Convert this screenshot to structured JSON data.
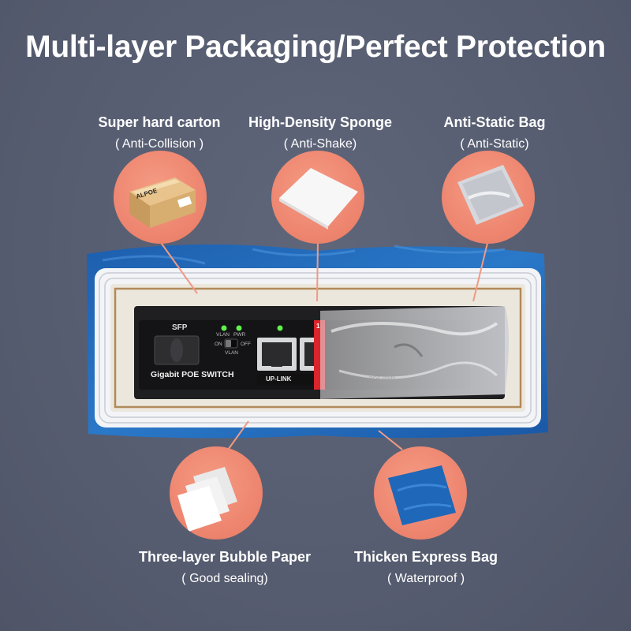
{
  "title": "Multi-layer Packaging/Perfect Protection",
  "layers": [
    {
      "name": "Super hard carton",
      "note": "( Anti-Collision )",
      "icon": "carton-box-icon"
    },
    {
      "name": "High-Density Sponge",
      "note": "( Anti-Shake)",
      "icon": "sponge-sheet-icon"
    },
    {
      "name": "Anti-Static Bag",
      "note": "( Anti-Static)",
      "icon": "anti-static-bag-icon"
    },
    {
      "name": "Three-layer Bubble Paper",
      "note": "( Good sealing)",
      "icon": "bubble-paper-icon"
    },
    {
      "name": "Thicken Express Bag",
      "note": "( Waterproof )",
      "icon": "express-bag-icon"
    }
  ],
  "carton_logo": "ALPOE",
  "device": {
    "sfp_label": "SFP",
    "vlan_led_label": "VLAN",
    "pwr_led_label": "PWR",
    "switch_on": "ON",
    "switch_off": "OFF",
    "switch_vlan": "VLAN",
    "model": "Gigabit POE SWITCH",
    "uplink_label": "UP-LINK",
    "port_number": "1",
    "poe_label": "POE Ports"
  },
  "colors": {
    "background": "#565d71",
    "accent_circle": "#ee8670",
    "express_bag": "#1f67b8",
    "device_body": "#222222",
    "poe_red": "#d9252b"
  }
}
